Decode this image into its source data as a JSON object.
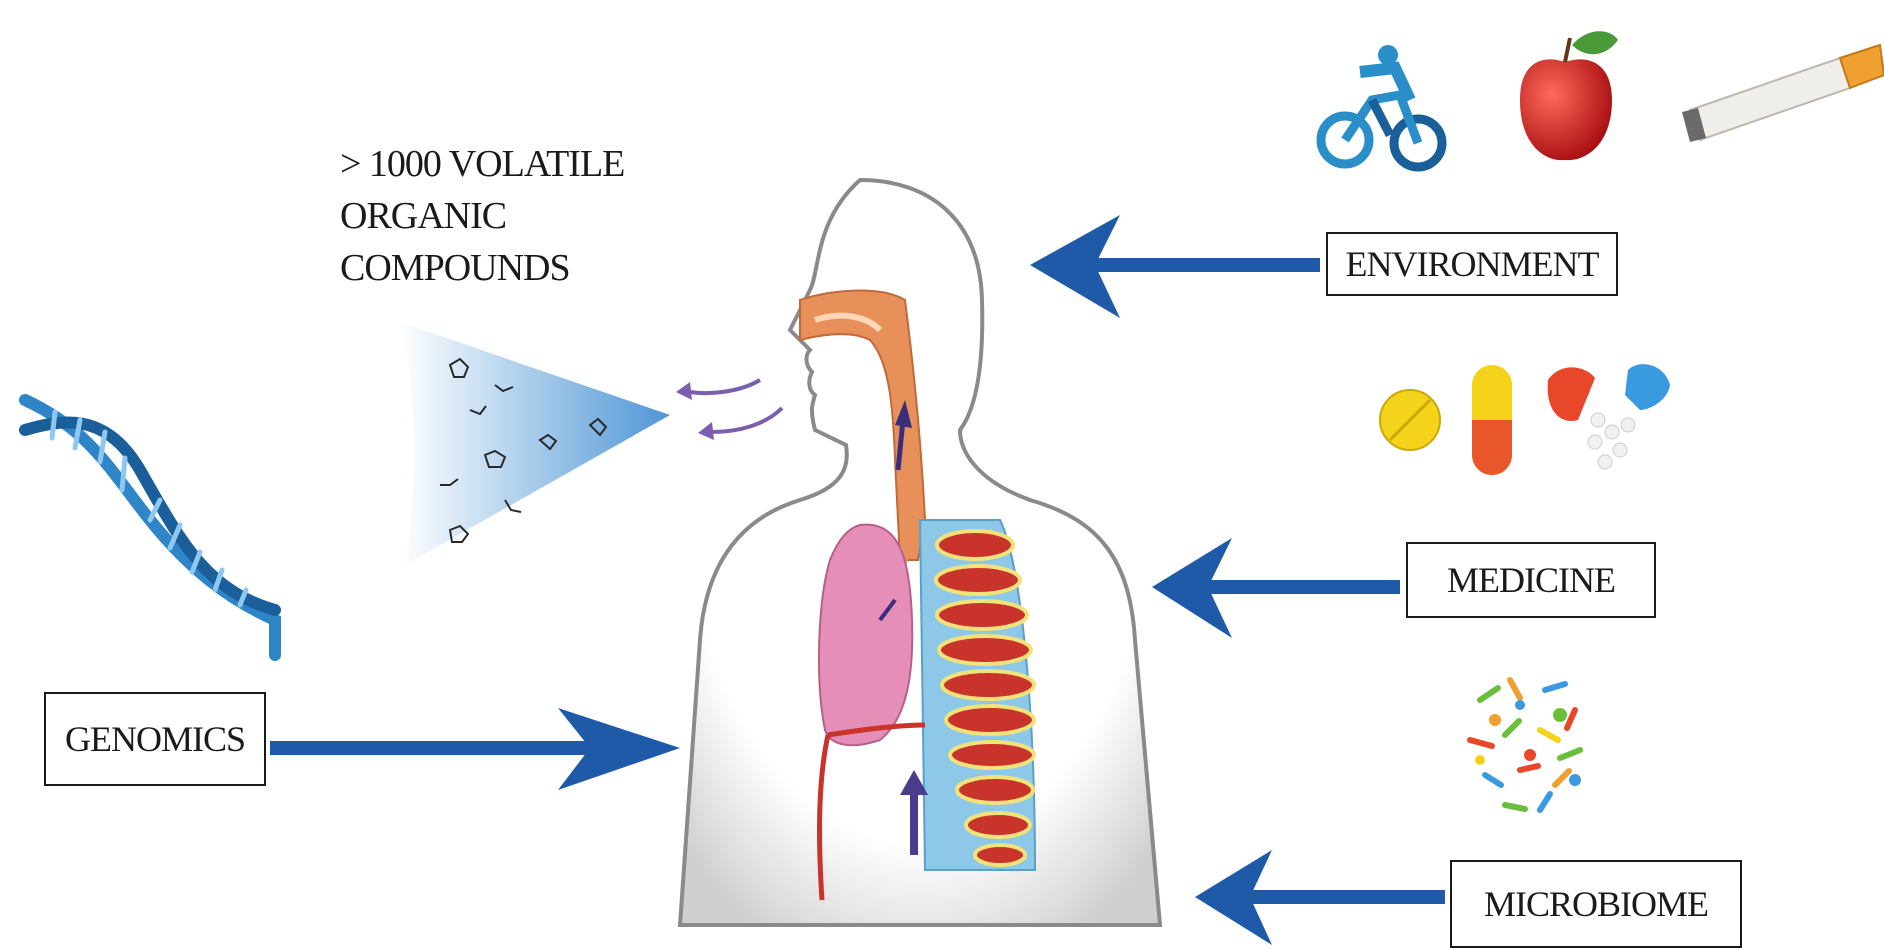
{
  "voc_label": {
    "line1": "> 1000 VOLATILE",
    "line2": "ORGANIC",
    "line3": "COMPOUNDS"
  },
  "labels": {
    "genomics": "GENOMICS",
    "environment": "ENVIRONMENT",
    "medicine": "MEDICINE",
    "microbiome": "MICROBIOME"
  },
  "colors": {
    "arrow_blue": "#1f5aa8",
    "body_outline": "#8a8a8a",
    "airway_orange": "#e8905a",
    "lung_pink": "#e58fb8",
    "alveoli_red": "#c8332b",
    "purple_arrow": "#4b3b8c",
    "dna_blue": "#2e86c9",
    "breath_cone_blue": "#7bb4e3"
  },
  "icons": [
    "dna-icon",
    "bicycle-icon",
    "apple-icon",
    "cigarette-icon",
    "pills-icon",
    "microbiome-icon",
    "human-respiratory-icon",
    "breath-cone-icon"
  ]
}
